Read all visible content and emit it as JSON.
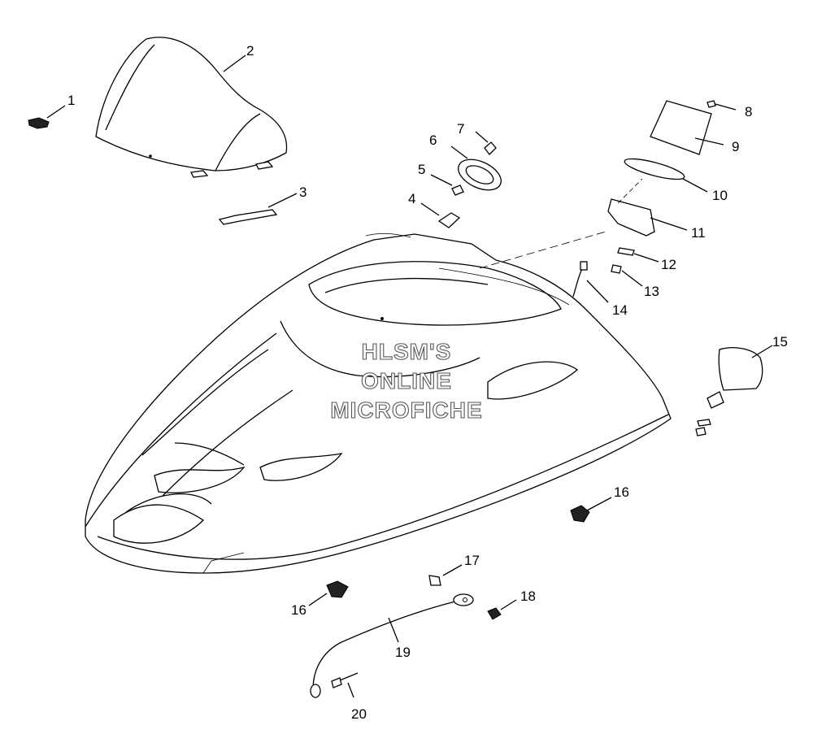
{
  "callouts": [
    "1",
    "2",
    "3",
    "4",
    "5",
    "6",
    "7",
    "8",
    "9",
    "10",
    "11",
    "12",
    "13",
    "14",
    "15",
    "16",
    "16",
    "17",
    "18",
    "19",
    "20"
  ],
  "watermark": [
    "HLSM'S",
    "ONLINE",
    "MICROFICHE"
  ]
}
